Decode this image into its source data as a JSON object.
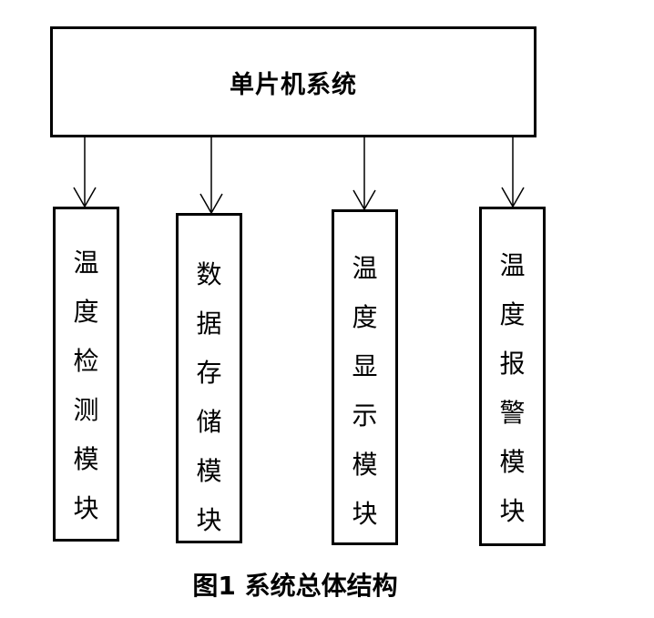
{
  "top": {
    "label": "单片机系统"
  },
  "modules": [
    {
      "label": "温\n度\n检\n测\n模\n块"
    },
    {
      "label": "数\n据\n存\n储\n模\n块"
    },
    {
      "label": "温\n度\n显\n示\n模\n块"
    },
    {
      "label": "温\n度\n报\n警\n模\n块"
    }
  ],
  "caption": "图1 系统总体结构"
}
